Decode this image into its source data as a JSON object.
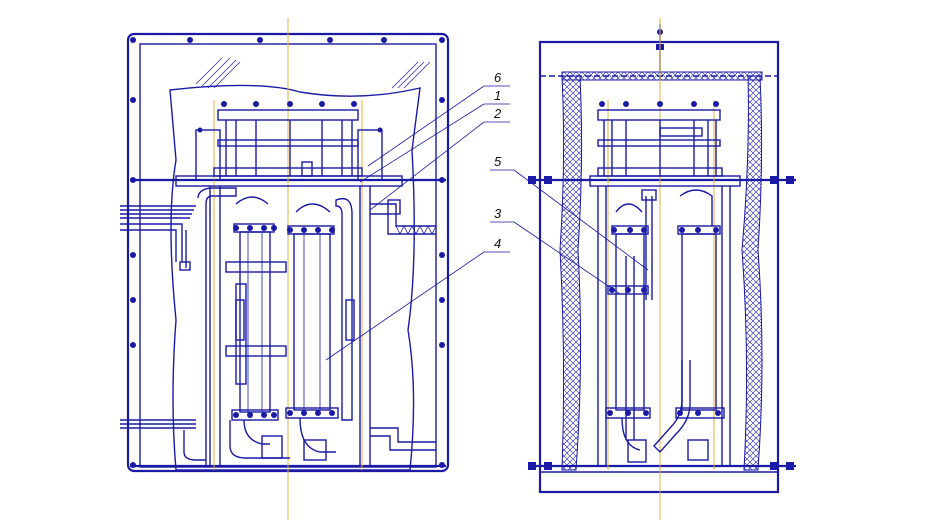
{
  "callouts": [
    "6",
    "1",
    "2",
    "5",
    "3",
    "4"
  ],
  "colors": {
    "line": "#1a1aa6",
    "axis": "#e0b040",
    "background": "#ffffff"
  }
}
